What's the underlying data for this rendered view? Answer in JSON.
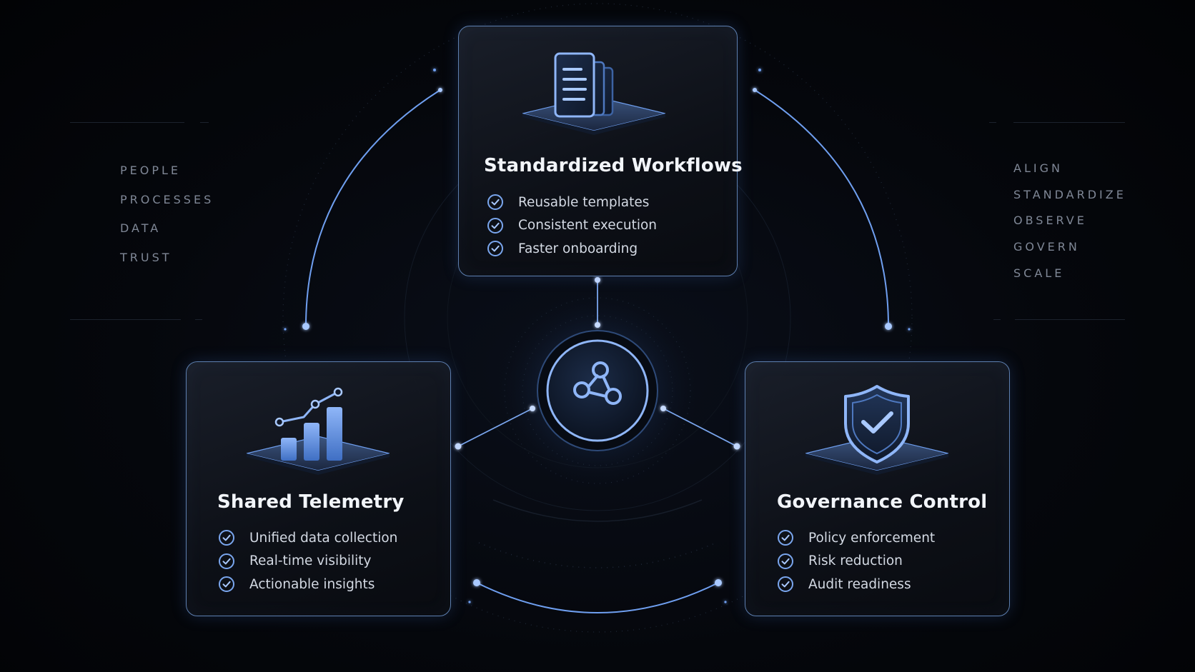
{
  "side_left": {
    "items": [
      "PEOPLE",
      "PROCESSES",
      "DATA",
      "TRUST"
    ]
  },
  "side_right": {
    "items": [
      "ALIGN",
      "STANDARDIZE",
      "OBSERVE",
      "GOVERN",
      "SCALE"
    ]
  },
  "cards": {
    "workflows": {
      "title": "Standardized Workflows",
      "icon": "document-stack-icon",
      "features": [
        "Reusable templates",
        "Consistent execution",
        "Faster onboarding"
      ]
    },
    "telemetry": {
      "title": "Shared Telemetry",
      "icon": "bar-chart-trend-icon",
      "features": [
        "Unified data collection",
        "Real-time visibility",
        "Actionable insights"
      ]
    },
    "governance": {
      "title": "Governance Control",
      "icon": "shield-check-icon",
      "features": [
        "Policy enforcement",
        "Risk reduction",
        "Audit readiness"
      ]
    }
  },
  "hub": {
    "icon": "share-nodes-icon"
  },
  "colors": {
    "background": "#04060a",
    "accent": "#6f9ff0",
    "accent_bright": "#a9c9ff",
    "card_border": "#5d7fb0",
    "side_text": "#7f8796"
  }
}
